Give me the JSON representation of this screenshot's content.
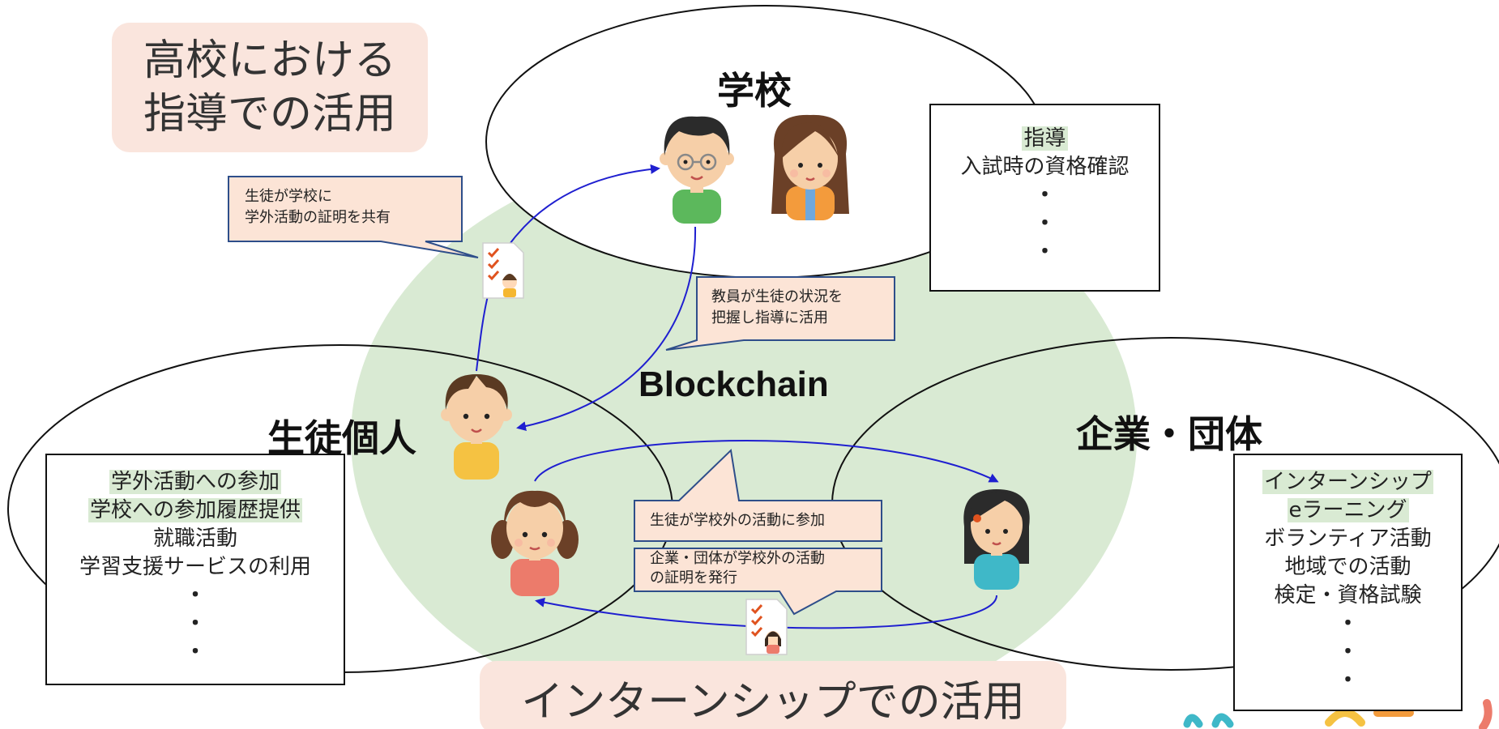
{
  "titles": {
    "school_guidance": [
      "高校における",
      "指導での活用"
    ],
    "internship": "インターンシップでの活用"
  },
  "headings": {
    "school": "学校",
    "student": "生徒個人",
    "company": "企業・団体",
    "blockchain": "Blockchain"
  },
  "school_box": {
    "items": [
      "指導",
      "入試時の資格確認"
    ],
    "highlighted": [
      "指導"
    ],
    "ellipsis": [
      "・",
      "・",
      "・"
    ]
  },
  "student_box": {
    "items": [
      "学外活動への参加",
      "学校への参加履歴提供",
      "就職活動",
      "学習支援サービスの利用"
    ],
    "highlighted": [
      "学外活動への参加",
      "学校への参加履歴提供"
    ],
    "ellipsis": [
      "・",
      "・",
      "・"
    ]
  },
  "company_box": {
    "items": [
      "インターンシップ",
      "eラーニング",
      "ボランティア活動",
      "地域での活動",
      "検定・資格試験"
    ],
    "highlighted": [
      "インターンシップ",
      "eラーニング"
    ],
    "ellipsis": [
      "・",
      "・",
      "・"
    ]
  },
  "callouts": {
    "share": [
      "生徒が学校に",
      "学外活動の証明を共有"
    ],
    "teacher": [
      "教員が生徒の状況を",
      "把握し指導に活用"
    ],
    "participate": "生徒が学校外の活動に参加",
    "issue": [
      "企業・団体が学校外の活動",
      "の証明を発行"
    ]
  },
  "icons": [
    "teacher-boy-glasses-icon",
    "teacher-girl-icon",
    "student-boy-icon",
    "student-girl-icon",
    "company-woman-icon",
    "certificate-icon"
  ],
  "colors": {
    "blockchain_area": "#d9ead3",
    "title_bg": "#fae5dd",
    "callout_bg": "#fce4d6",
    "callout_border": "#2e4e8a",
    "arrow": "#1f1fd0",
    "highlight": "#d9ead3"
  }
}
